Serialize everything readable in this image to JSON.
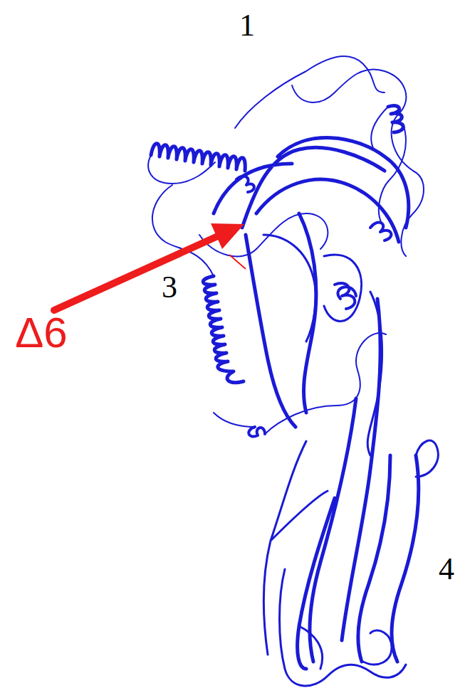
{
  "diagram": {
    "labels": [
      "1",
      "3",
      "4",
      "Δ6"
    ]
  }
}
